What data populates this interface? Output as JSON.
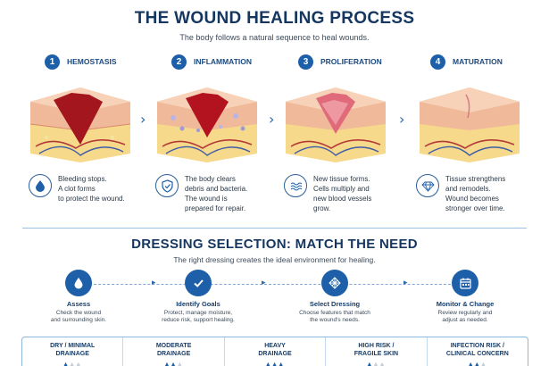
{
  "healing": {
    "title": "THE WOUND HEALING PROCESS",
    "subtitle": "The body follows a natural sequence to heal wounds.",
    "stages": [
      {
        "num": "1",
        "name": "HEMOSTASIS",
        "icon": "blood-drop-icon",
        "lines": [
          "Bleeding stops.",
          "A clot forms",
          "to protect the wound."
        ]
      },
      {
        "num": "2",
        "name": "INFLAMMATION",
        "icon": "shield-check-icon",
        "lines": [
          "The body clears",
          "debris and bacteria.",
          "The wound is",
          "prepared for repair."
        ]
      },
      {
        "num": "3",
        "name": "PROLIFERATION",
        "icon": "waves-icon",
        "lines": [
          "New tissue forms.",
          "Cells multiply and",
          "new blood vessels",
          "grow."
        ]
      },
      {
        "num": "4",
        "name": "MATURATION",
        "icon": "diamond-icon",
        "lines": [
          "Tissue strengthens",
          "and remodels.",
          "Wound becomes",
          "stronger over time."
        ]
      }
    ]
  },
  "dressing": {
    "title": "DRESSING SELECTION: MATCH THE NEED",
    "subtitle": "The right dressing creates the ideal environment for healing.",
    "steps": [
      {
        "name": "Assess",
        "icon": "drop-icon",
        "desc": [
          "Check the wound",
          "and surrounding skin."
        ]
      },
      {
        "name": "Identify Goals",
        "icon": "checkmark-icon",
        "desc": [
          "Protect, manage moisture,",
          "reduce risk, support healing."
        ]
      },
      {
        "name": "Select Dressing",
        "icon": "mesh-icon",
        "desc": [
          "Choose features that match",
          "the wound's needs."
        ]
      },
      {
        "name": "Monitor & Change",
        "icon": "calendar-icon",
        "desc": [
          "Review regularly and",
          "adjust as needed."
        ]
      }
    ],
    "categories": [
      {
        "line1": "DRY / MINIMAL",
        "line2": "DRAINAGE",
        "level": 1
      },
      {
        "line1": "MODERATE",
        "line2": "DRAINAGE",
        "level": 2
      },
      {
        "line1": "HEAVY",
        "line2": "DRAINAGE",
        "level": 3
      },
      {
        "line1": "HIGH RISK /",
        "line2": "FRAGILE SKIN",
        "level": 1
      },
      {
        "line1": "INFECTION RISK /",
        "line2": "CLINICAL CONCERN",
        "level": 2
      }
    ]
  },
  "colors": {
    "accent": "#1d5fa8",
    "title": "#14365f",
    "wound": "#a3161d",
    "skin": "#f2c9a8",
    "fat": "#f6d98a"
  }
}
